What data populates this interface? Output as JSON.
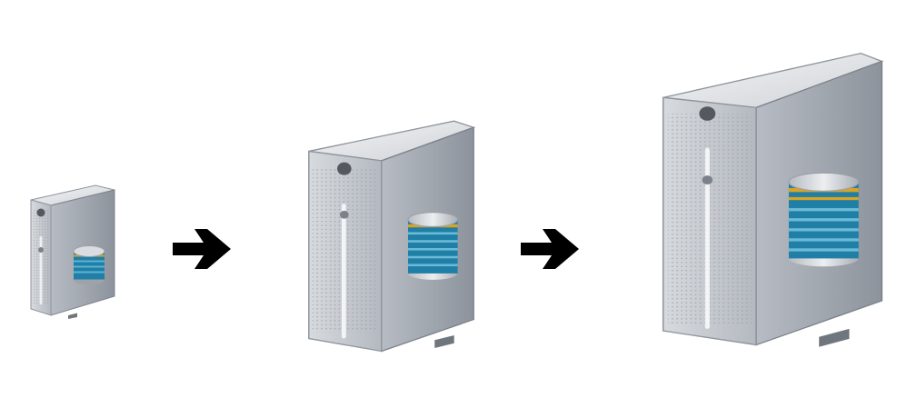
{
  "diagram": {
    "steps": [
      {
        "icon": "server-database-icon",
        "size": "small"
      },
      {
        "icon": "server-database-icon",
        "size": "medium"
      },
      {
        "icon": "server-database-icon",
        "size": "large"
      }
    ],
    "connectors": [
      {
        "icon": "right-arrow-icon"
      },
      {
        "icon": "right-arrow-icon"
      }
    ]
  },
  "colors": {
    "background": "#ffffff",
    "server_front": "#c9ccd2",
    "server_side": "#9ea4ad",
    "server_top": "#e6e8ec",
    "db_blue": "#1f7fa6",
    "db_gold": "#d9a323",
    "db_silver": "#c7cbd1",
    "arrow": "#000000"
  }
}
